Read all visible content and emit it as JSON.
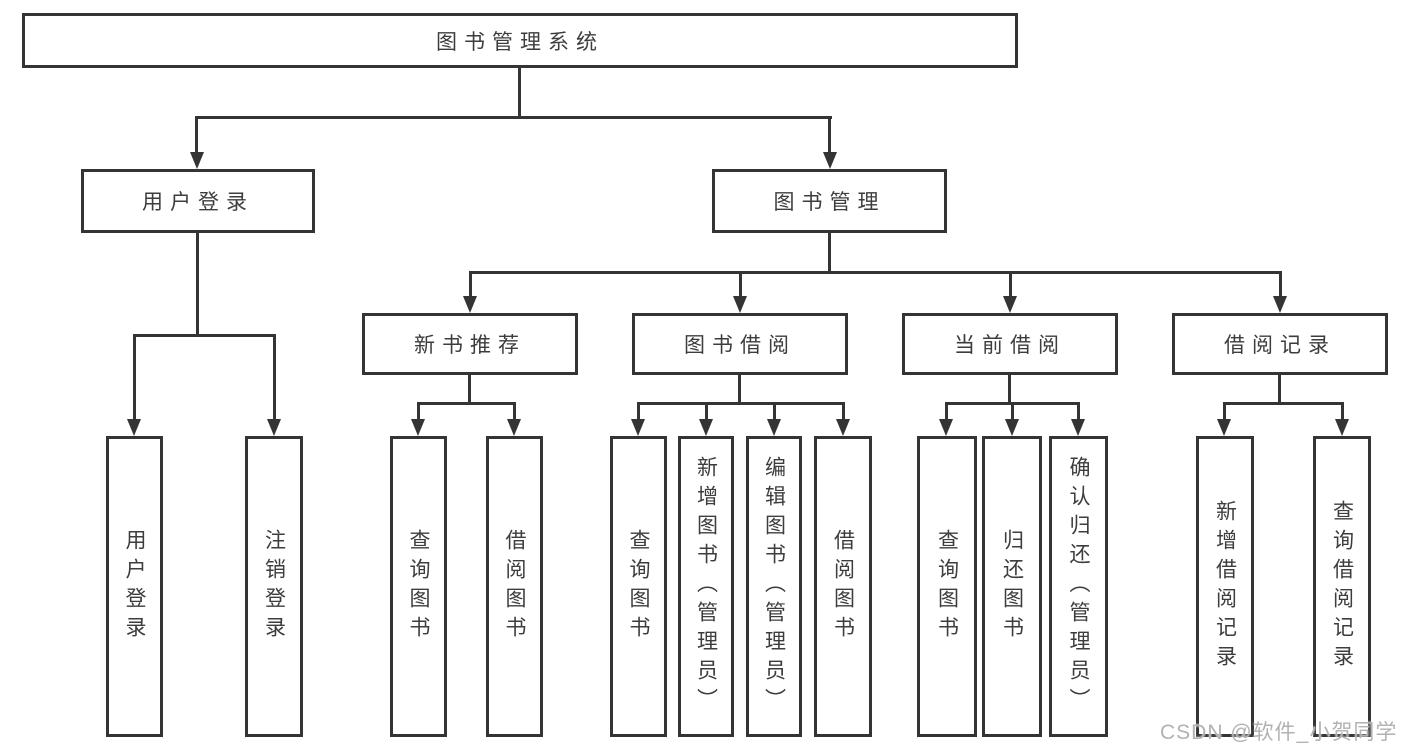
{
  "colors": {
    "line": "#343434",
    "text": "#3d3d3d",
    "watermark": "#b2b2b2",
    "background": "#ffffff"
  },
  "watermark": {
    "text": "CSDN @软件_小贺同学"
  },
  "tree": {
    "root": {
      "label": "图书管理系统"
    },
    "branches": [
      {
        "label": "用户登录",
        "children": [
          {
            "label": "用户登录"
          },
          {
            "label": "注销登录"
          }
        ]
      },
      {
        "label": "图书管理",
        "children": [
          {
            "label": "新书推荐",
            "children": [
              {
                "label": "查询图书"
              },
              {
                "label": "借阅图书"
              }
            ]
          },
          {
            "label": "图书借阅",
            "children": [
              {
                "label": "查询图书"
              },
              {
                "label": "新增图书（管理员）"
              },
              {
                "label": "编辑图书（管理员）"
              },
              {
                "label": "借阅图书"
              }
            ]
          },
          {
            "label": "当前借阅",
            "children": [
              {
                "label": "查询图书"
              },
              {
                "label": "归还图书"
              },
              {
                "label": "确认归还（管理员）"
              }
            ]
          },
          {
            "label": "借阅记录",
            "children": [
              {
                "label": "新增借阅记录"
              },
              {
                "label": "查询借阅记录"
              }
            ]
          }
        ]
      }
    ]
  }
}
